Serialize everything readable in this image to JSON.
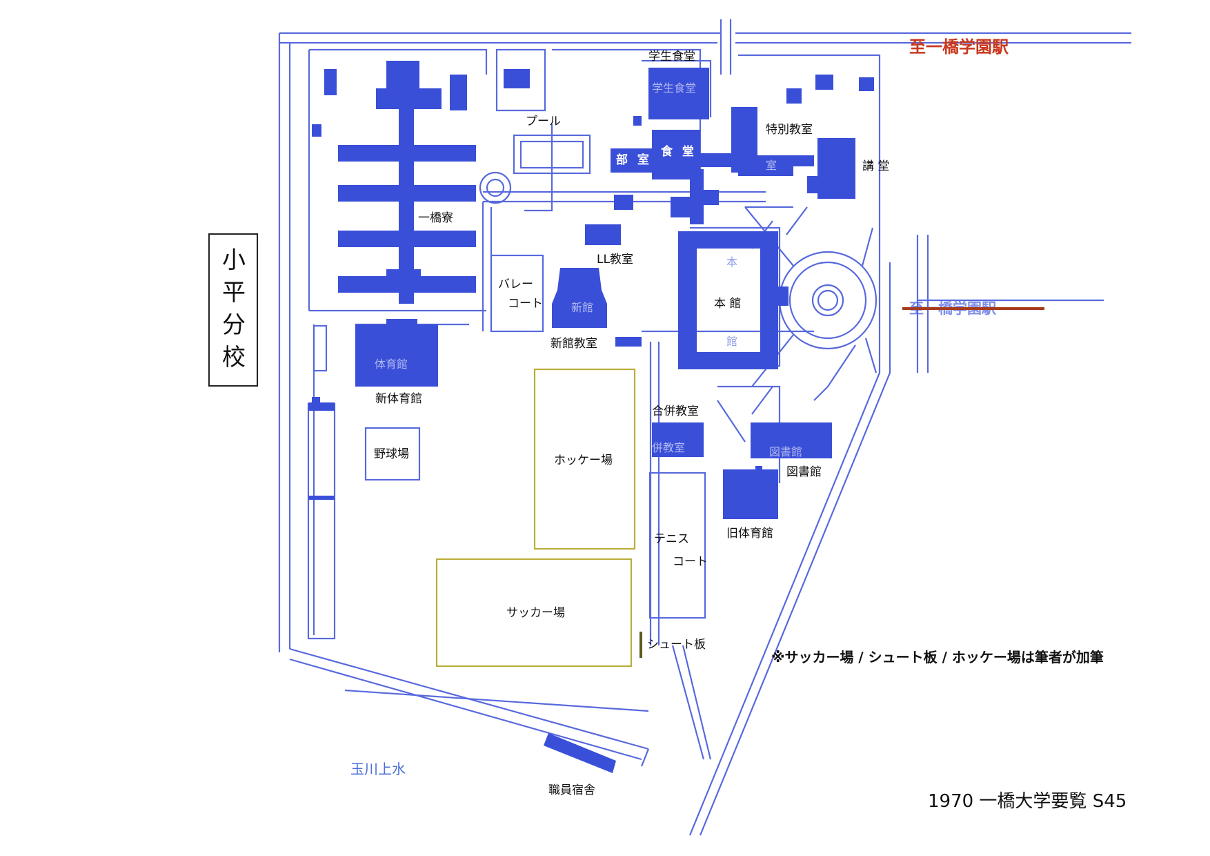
{
  "branch_label": "小平分校",
  "station_top": "至一橋学園駅",
  "station_east_struck": "至一橋学園駅",
  "note": "※サッカー場 / シュート板 / ホッケー場は筆者が加筆",
  "source": "1970 一橋大学要覧 S45",
  "river": "玉川上水",
  "colors": {
    "building": "#3a4fd8",
    "road": "#3a4fd8",
    "field": "#b9ad3a",
    "station": "#c8381e",
    "strike": "#a83a1e"
  },
  "labels": {
    "cafeteria": "学生食堂",
    "cafeteria_faint": "学生食堂",
    "pool": "プール",
    "clubroom": "部 室",
    "dining": "食 堂",
    "special_classroom": "特別教室",
    "special_faint": "室",
    "auditorium": "講 堂",
    "dormitory": "一橋寮",
    "ll_classroom": "LL教室",
    "volley": "バレー",
    "volley_court": "コート",
    "new_hall_faint": "新館",
    "main_hall": "本 館",
    "main_faint_top": "本",
    "main_faint_bottom": "館",
    "new_hall_classroom": "新館教室",
    "gym_faint": "体育館",
    "new_gym": "新体育館",
    "joint_classroom": "合併教室",
    "joint_faint": "併教室",
    "library_faint": "図書館",
    "library": "図書館",
    "baseball": "野球場",
    "hockey": "ホッケー場",
    "tennis": "テニス",
    "tennis_court": "コート",
    "old_gym": "旧体育館",
    "soccer": "サッカー場",
    "shoot_board": "シュート板",
    "staff_housing": "職員宿舎"
  }
}
